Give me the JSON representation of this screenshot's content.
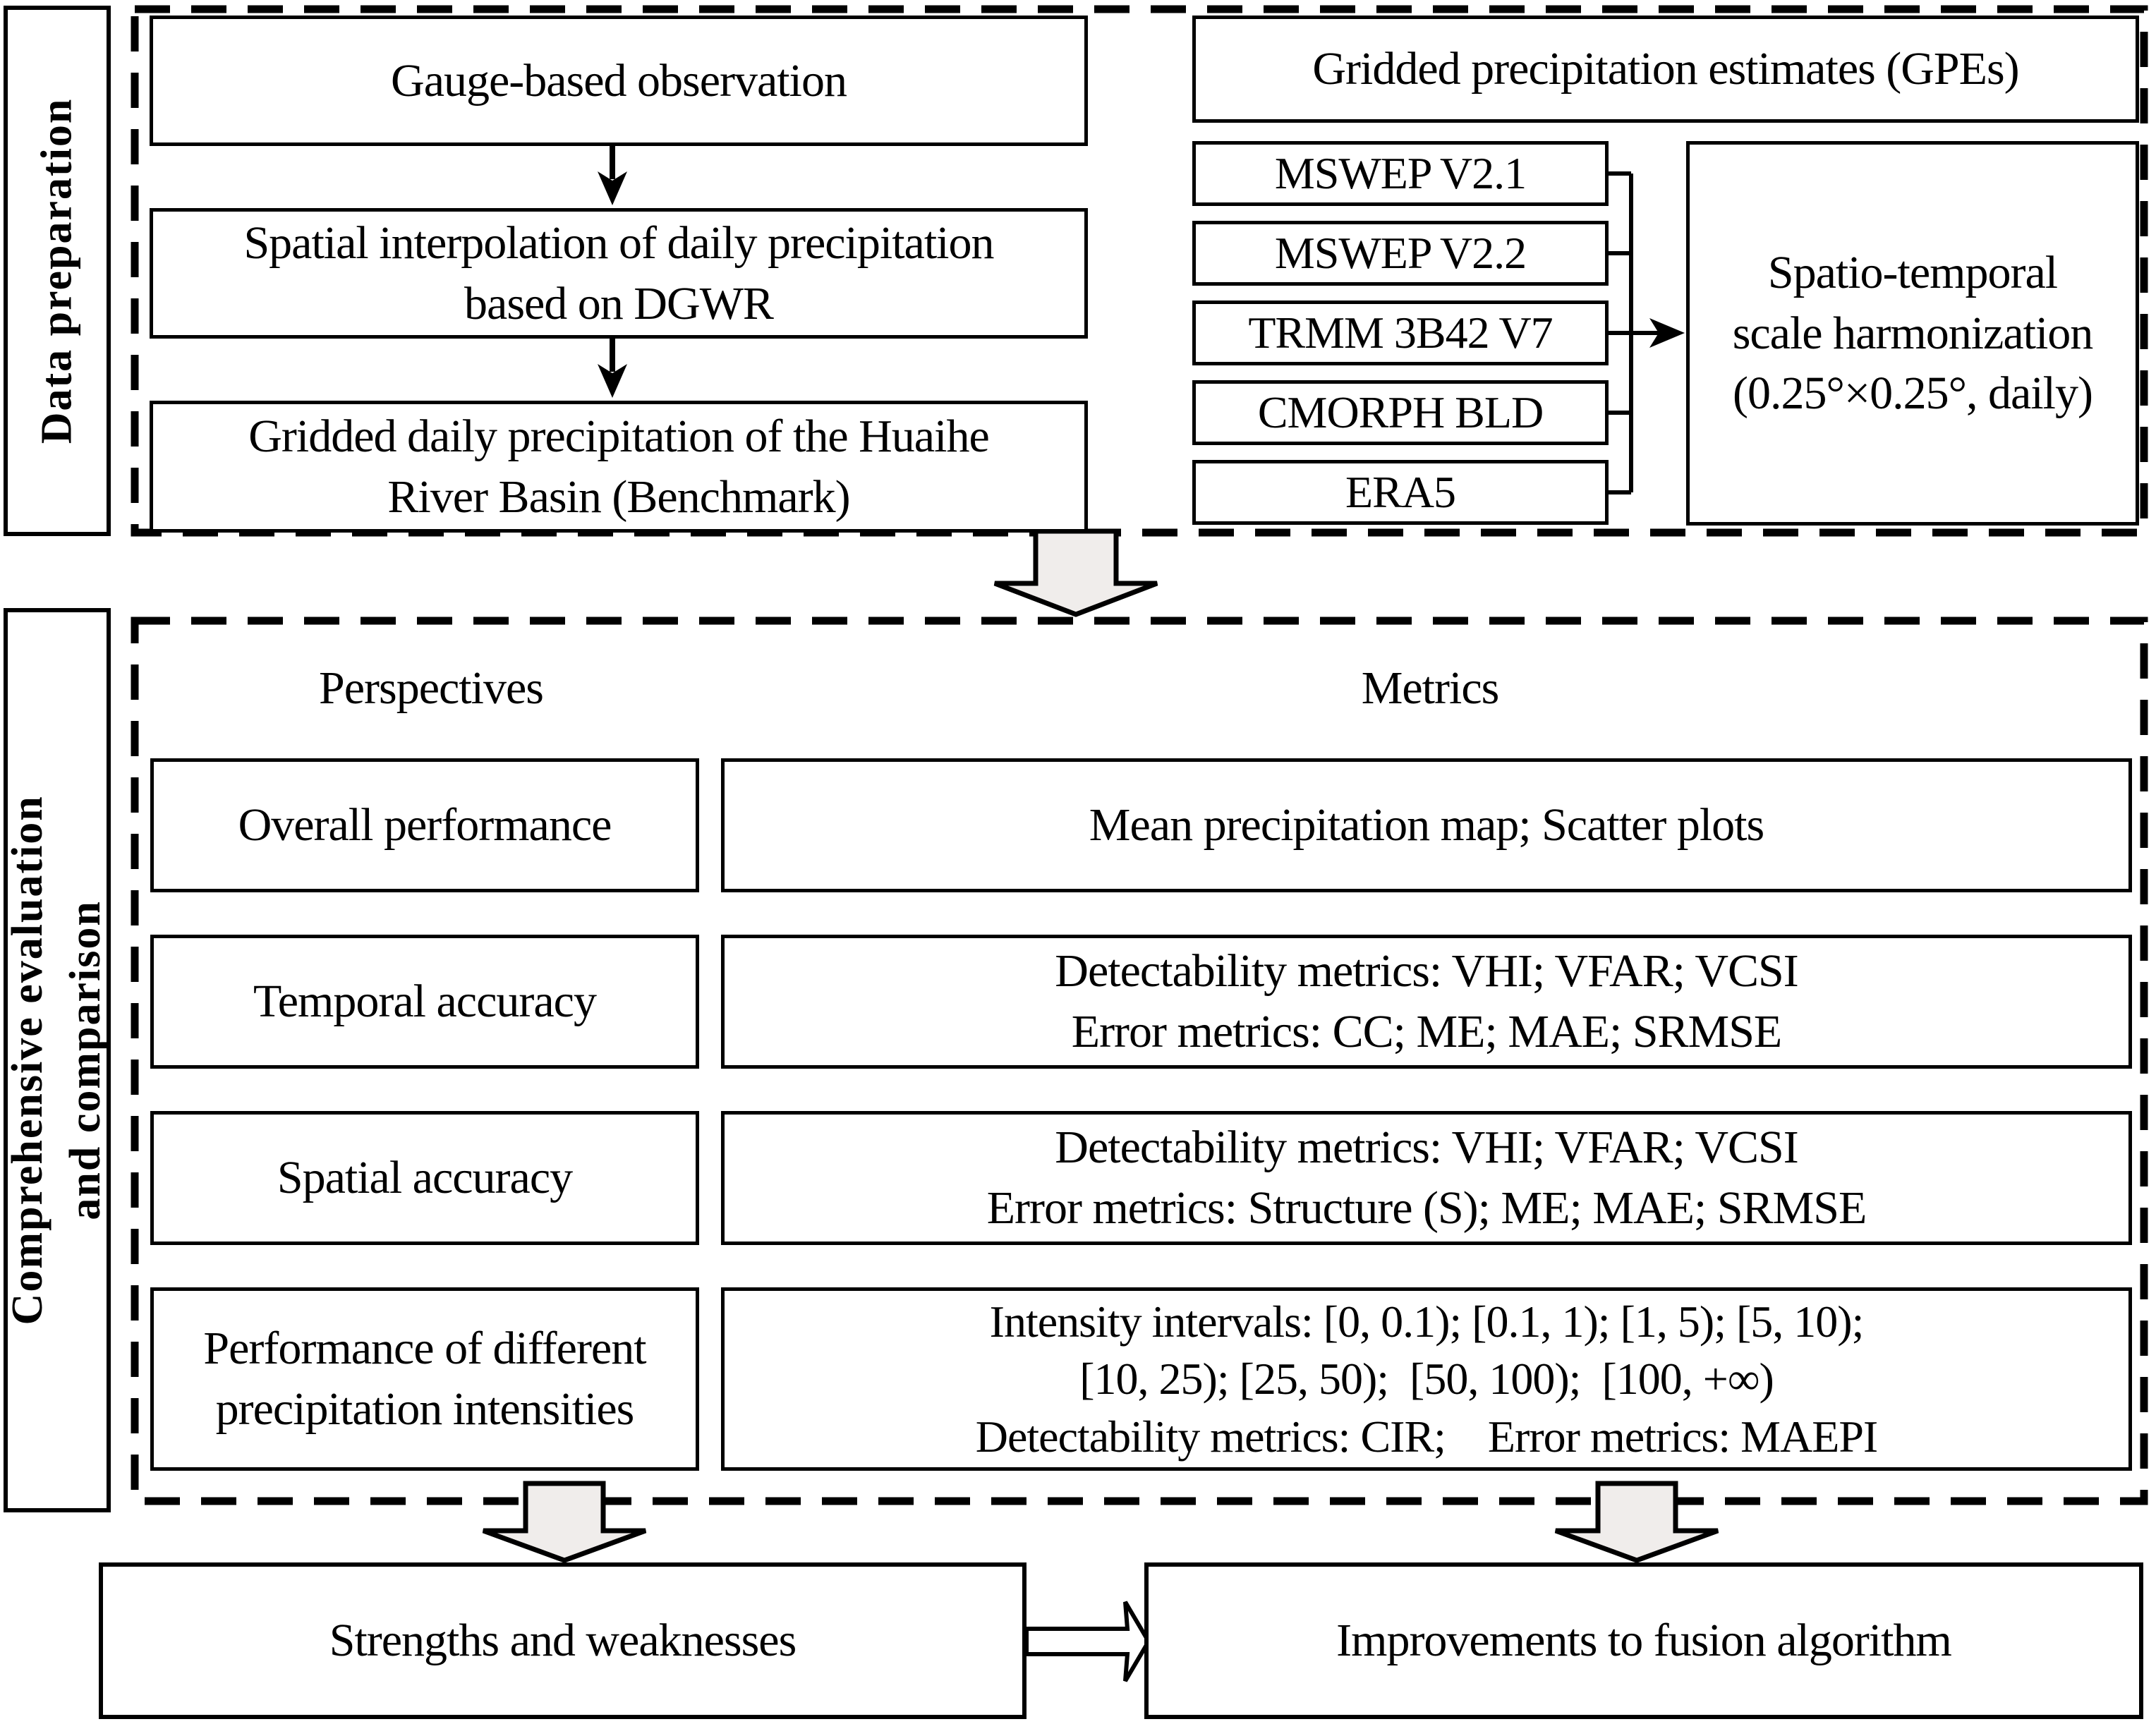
{
  "top": {
    "side_label": "Data preparation",
    "gauge_box": "Gauge-based observation",
    "spatial_box_line1": "Spatial interpolation of daily precipitation",
    "spatial_box_line2": "based on DGWR",
    "gridded_box_line1": "Gridded daily precipitation of the Huaihe",
    "gridded_box_line2": "River Basin (Benchmark)",
    "gpes_header": "Gridded precipitation estimates (GPEs)",
    "products": [
      "MSWEP V2.1",
      "MSWEP V2.2",
      "TRMM 3B42 V7",
      "CMORPH BLD",
      "ERA5"
    ],
    "harmonization_line1": "Spatio-temporal",
    "harmonization_line2": "scale harmonization",
    "harmonization_line3": "(0.25°×0.25°, daily)"
  },
  "middle": {
    "side_label_line1": "Comprehensive evaluation",
    "side_label_line2": "and comparison",
    "header_perspectives": "Perspectives",
    "header_metrics": "Metrics",
    "rows": [
      {
        "perspective": "Overall performance",
        "m1": "Mean precipitation map; Scatter plots"
      },
      {
        "perspective": "Temporal accuracy",
        "m1": "Detectability metrics: VHI; VFAR; VCSI",
        "m2": "Error metrics: CC; ME; MAE; SRMSE"
      },
      {
        "perspective": "Spatial accuracy",
        "m1": "Detectability metrics: VHI; VFAR; VCSI",
        "m2": "Error metrics: Structure (S); ME; MAE; SRMSE"
      },
      {
        "perspective_line1": "Performance of different",
        "perspective_line2": "precipitation intensities",
        "m1": "Intensity intervals: [0, 0.1); [0.1, 1); [1, 5); [5, 10);",
        "m2": "[10, 25); [25, 50);  [50, 100);  [100, +∞)",
        "m3": "Detectability metrics: CIR;    Error metrics: MAEPI"
      }
    ]
  },
  "bottom": {
    "left_box": "Strengths and weaknesses",
    "right_box": "Improvements to fusion algorithm"
  },
  "colors": {
    "block_arrow_fill": "#f0edeb",
    "line": "#000000"
  }
}
